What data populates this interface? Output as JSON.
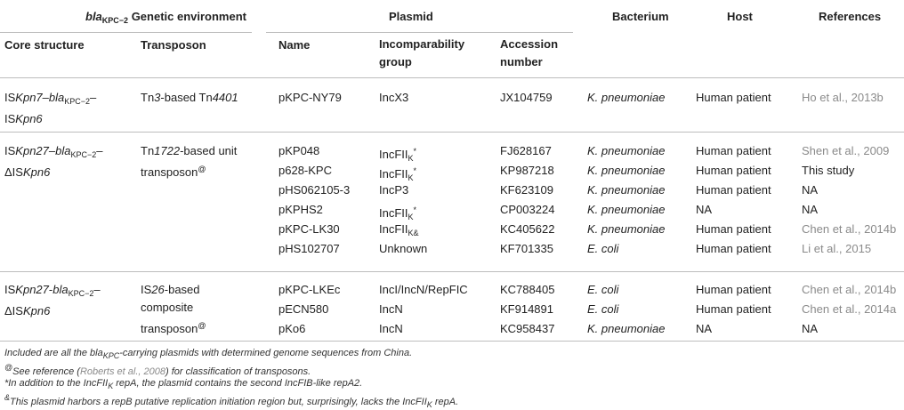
{
  "header": {
    "genetic_env": "Genetic environment",
    "bla_name": "bla",
    "bla_sub": "KPC−2",
    "plasmid": "Plasmid",
    "bacterium": "Bacterium",
    "host": "Host",
    "references": "References",
    "core_structure": "Core structure",
    "transposon": "Transposon",
    "name": "Name",
    "inc_group": "Incomparability group",
    "inc_line1": "Incomparability",
    "inc_line2": "group",
    "acc_line1": "Accession",
    "acc_line2": "number"
  },
  "groups": [
    {
      "core": [
        "IS",
        "Kpn7",
        "–",
        "bla",
        "KPC−2",
        "–",
        "IS",
        "Kpn6"
      ],
      "core_line1": "ISKpn7–blaKPC−2–",
      "core_line2": "ISKpn6",
      "transposon_line1": "Tn3-based Tn4401",
      "transposon_line2": "",
      "rows": [
        {
          "name": "pKPC-NY79",
          "inc": "IncX3",
          "inc_mark": "",
          "acc": "JX104759",
          "bacterium": "K. pneumoniae",
          "host": "Human patient",
          "ref": "Ho et al., 2013b",
          "ref_is_link": true
        }
      ]
    },
    {
      "core_line1": "ISKpn27–blaKPC−2–",
      "core_line2": "ΔISKpn6",
      "transposon_line1": "Tn1722-based unit",
      "transposon_line2": "transposon@",
      "rows": [
        {
          "name": "pKP048",
          "inc": "IncFII",
          "inc_sub": "K",
          "inc_mark": "*",
          "acc": "FJ628167",
          "bacterium": "K. pneumoniae",
          "host": "Human patient",
          "ref": "Shen et al., 2009",
          "ref_is_link": true
        },
        {
          "name": "p628-KPC",
          "inc": "IncFII",
          "inc_sub": "K",
          "inc_mark": "*",
          "acc": "KP987218",
          "bacterium": "K. pneumoniae",
          "host": "Human patient",
          "ref": "This study",
          "ref_is_link": false
        },
        {
          "name": "pHS062105-3",
          "inc": "IncP3",
          "inc_mark": "",
          "acc": "KF623109",
          "bacterium": "K. pneumoniae",
          "host": "Human patient",
          "ref": "NA",
          "ref_is_link": false
        },
        {
          "name": "pKPHS2",
          "inc": "IncFII",
          "inc_sub": "K",
          "inc_mark": "*",
          "acc": "CP003224",
          "bacterium": "K. pneumoniae",
          "host": "NA",
          "ref": "NA",
          "ref_is_link": false
        },
        {
          "name": "pKPC-LK30",
          "inc": "IncFII",
          "inc_sub": "K&",
          "inc_mark": "",
          "acc": "KC405622",
          "bacterium": "K. pneumoniae",
          "host": "Human patient",
          "ref": "Chen et al., 2014b",
          "ref_is_link": true
        },
        {
          "name": "pHS102707",
          "inc": "Unknown",
          "inc_mark": "",
          "acc": "KF701335",
          "bacterium": "E. coli",
          "host": "Human patient",
          "ref": "Li et al., 2015",
          "ref_is_link": true
        }
      ]
    },
    {
      "core_line1": "ISKpn27-blaKPC−2–",
      "core_line2": "ΔISKpn6",
      "transposon_line1": "IS26-based",
      "transposon_line2": "composite",
      "transposon_line3": "transposon@",
      "rows": [
        {
          "name": "pKPC-LKEc",
          "inc": "IncI/IncN/RepFIC",
          "inc_mark": "",
          "acc": "KC788405",
          "bacterium": "E. coli",
          "host": "Human patient",
          "ref": "Chen et al., 2014b",
          "ref_is_link": true
        },
        {
          "name": "pECN580",
          "inc": "IncN",
          "inc_mark": "",
          "acc": "KF914891",
          "bacterium": "E. coli",
          "host": "Human patient",
          "ref": "Chen et al., 2014a",
          "ref_is_link": true
        },
        {
          "name": "pKo6",
          "inc": "IncN",
          "inc_mark": "",
          "acc": "KC958437",
          "bacterium": "K. pneumoniae",
          "host": "NA",
          "ref": "NA",
          "ref_is_link": false
        }
      ]
    }
  ],
  "footnotes": {
    "f1_pre": "Included are all the bla",
    "f1_sub": "KPC",
    "f1_post": "-carrying plasmids with determined genome sequences from China.",
    "f2_mark": "@",
    "f2_pre": "See reference (",
    "f2_ref": "Roberts et al., 2008",
    "f2_post": ") for classification of transposons.",
    "f3": "*In addition to the IncFII",
    "f3_sub": "K",
    "f3_post": " repA, the plasmid contains the second IncFIB-like repA2.",
    "f4_mark": "&",
    "f4_pre": "This plasmid harbors a repB putative replication initiation region but, surprisingly, lacks the IncFII",
    "f4_sub": "K",
    "f4_post": " repA."
  },
  "colors": {
    "text": "#222222",
    "reference_link": "#8a8a8a",
    "rule": "#bdbdbd"
  }
}
